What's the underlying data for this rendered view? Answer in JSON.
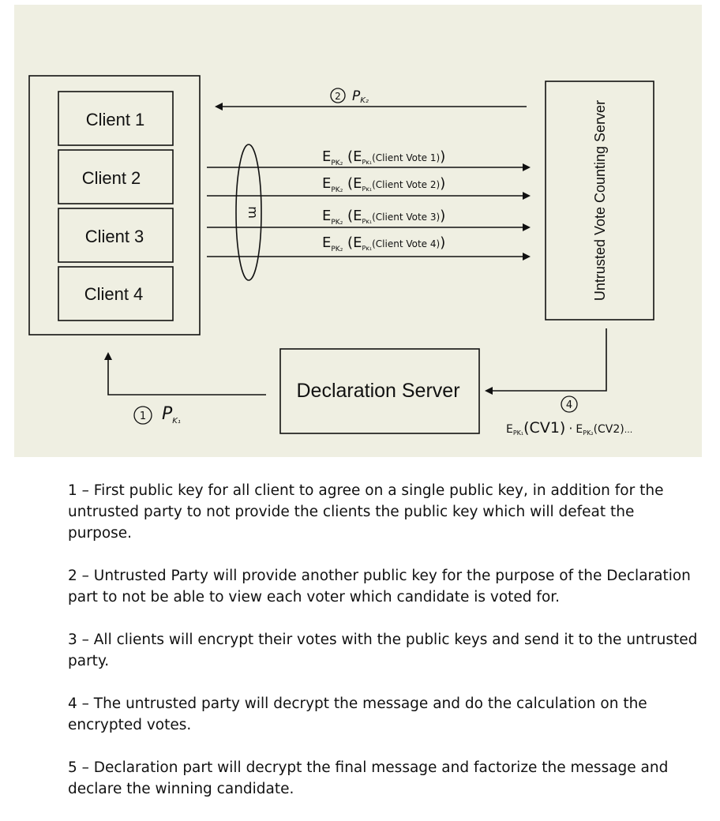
{
  "clients": [
    "Client 1",
    "Client 2",
    "Client 3",
    "Client 4"
  ],
  "untrusted_server_label": "Untrusted Vote Counting Server",
  "declaration_server_label": "Declaration Server",
  "mixnet_label": "m",
  "step_markers": [
    "1",
    "2",
    "4"
  ],
  "pk1_label": "P",
  "pk1_sub": "K₁",
  "pk2_label": "P",
  "pk2_sub": "K₂",
  "encrypted_votes": [
    {
      "outer": "E",
      "outer_sub": "PK₂",
      "inner": "E",
      "inner_sub": "Pĸ₁",
      "vote": "(Client Vote 1)"
    },
    {
      "outer": "E",
      "outer_sub": "PK₂",
      "inner": "E",
      "inner_sub": "Pĸ₁",
      "vote": "(Client Vote 2)"
    },
    {
      "outer": "E",
      "outer_sub": "PK₂",
      "inner": "E",
      "inner_sub": "Pĸ₁",
      "vote": "(Client Vote 3)"
    },
    {
      "outer": "E",
      "outer_sub": "PK₂",
      "inner": "E",
      "inner_sub": "Pĸ₁",
      "vote": "(Client Vote 4)"
    }
  ],
  "result_formula": {
    "e1": "E",
    "e1_sub": "PK₁",
    "cv1": "(CV1)",
    "dot": "·",
    "e2": "E",
    "e2_sub": "PK₂",
    "cv2": "(CV2)",
    "ellipsis": "..."
  },
  "notes": [
    "1 – First public key for all client to agree on a single public key, in addition for the\nuntrusted party to not provide the clients the public key which will defeat the purpose.",
    "2 – Untrusted Party will provide another public key for the purpose of the Declaration\npart to not be able to view each voter which candidate is voted for.",
    "3 – All clients will encrypt their votes with the public keys and send it to the untrusted\nparty.",
    "4 – The untrusted party will decrypt the message and do the calculation on the\nencrypted votes.",
    "5 – Declaration part will decrypt the final message and factorize the message and\ndeclare the winning candidate."
  ]
}
